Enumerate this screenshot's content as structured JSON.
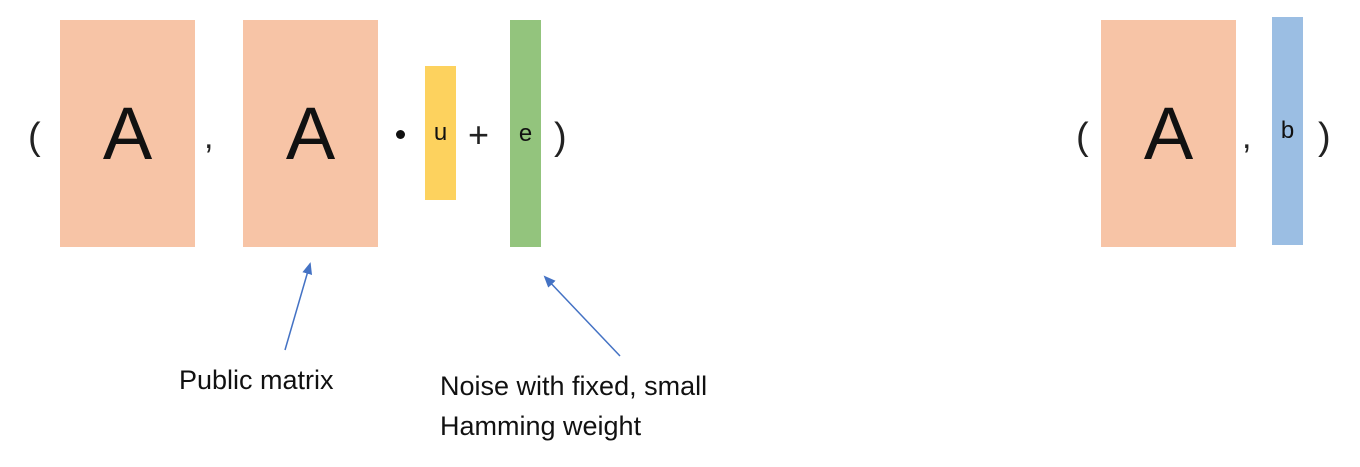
{
  "left_expression": {
    "open_paren": "(",
    "matrix_1_label": "A",
    "comma": ",",
    "matrix_2_label": "A",
    "vector_u_label": "u",
    "plus": "+",
    "vector_e_label": "e",
    "close_paren": ")"
  },
  "right_expression": {
    "open_paren": "(",
    "matrix_label": "A",
    "comma": ",",
    "vector_b_label": "b",
    "close_paren": ")"
  },
  "annotations": {
    "public_matrix": "Public matrix",
    "noise_line_1": "Noise with fixed, small",
    "noise_line_2": "Hamming weight"
  },
  "colors": {
    "matrix_fill": "#F7C4A6",
    "vector_u_fill": "#FDD25E",
    "vector_e_fill": "#93C47D",
    "vector_b_fill": "#9BBEE3",
    "arrow": "#4472C4"
  }
}
